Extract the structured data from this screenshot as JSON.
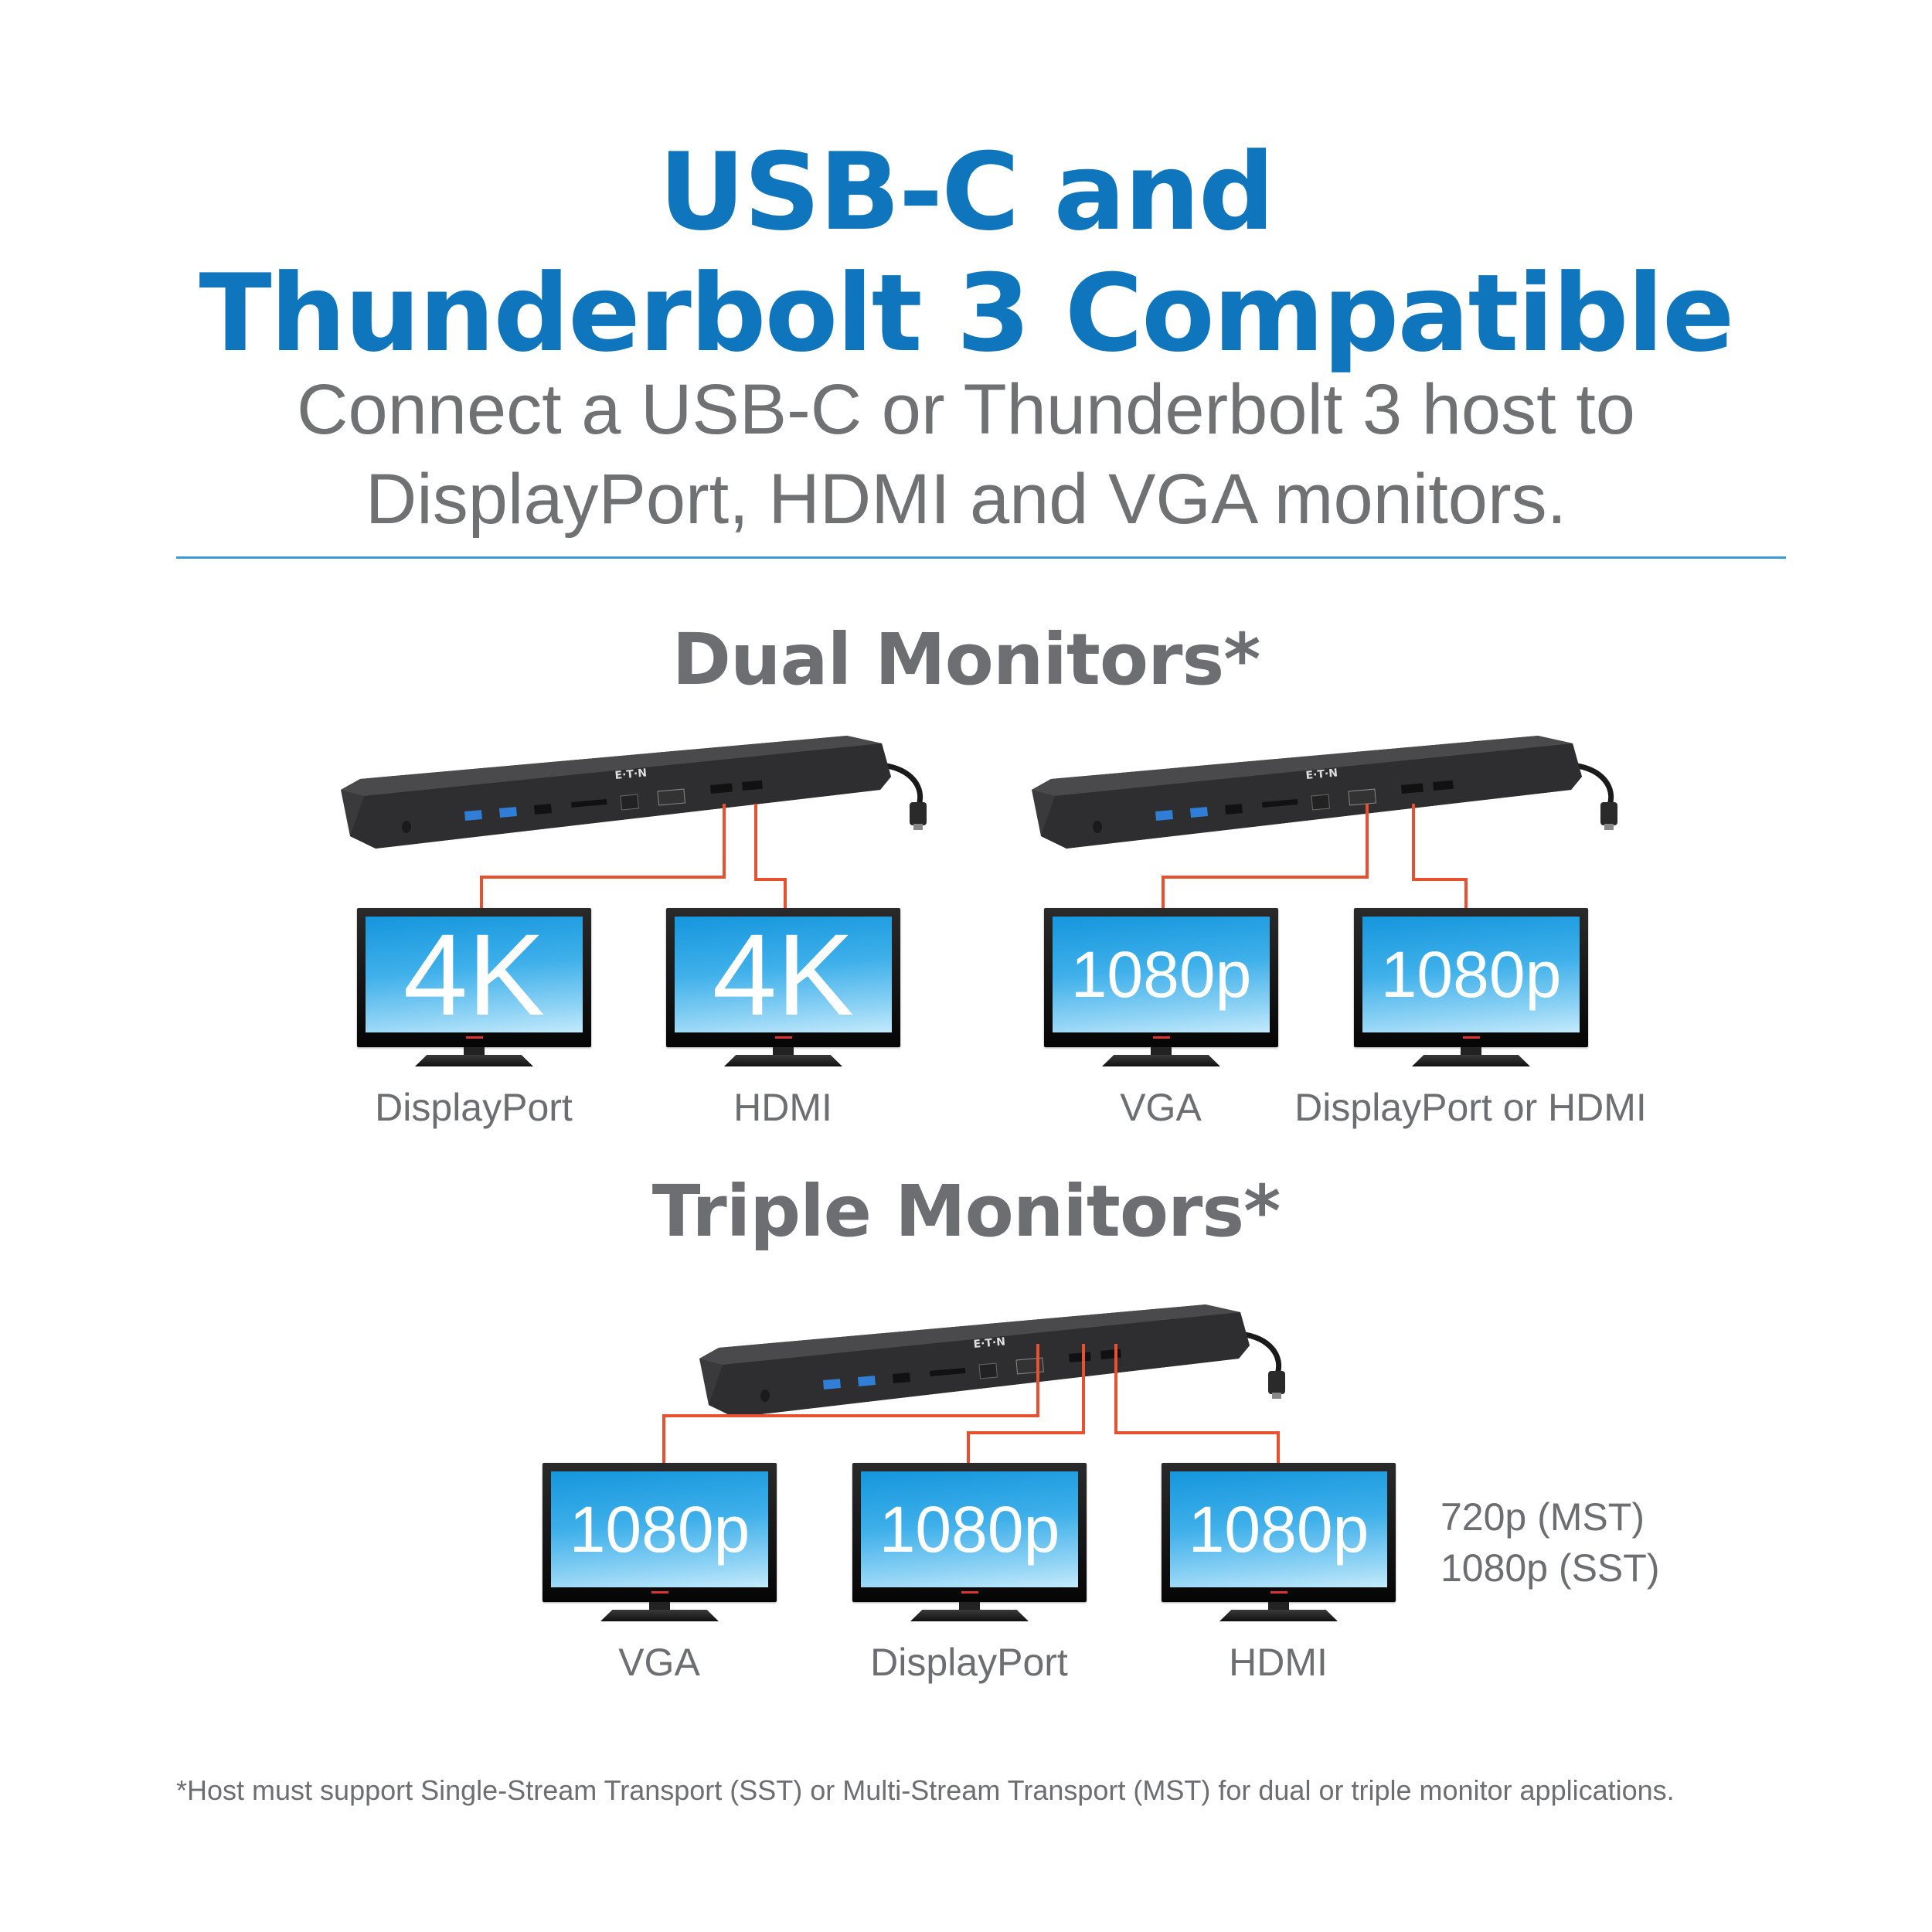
{
  "header": {
    "title_line1": "USB-C and",
    "title_line2": "Thunderbolt 3 Compatible",
    "subtitle_line1": "Connect a USB-C or Thunderbolt 3 host to",
    "subtitle_line2": "DisplayPort, HDMI and VGA monitors."
  },
  "dual": {
    "heading": "Dual Monitors*",
    "monitors": [
      {
        "resolution": "4K",
        "port": "DisplayPort"
      },
      {
        "resolution": "4K",
        "port": "HDMI"
      },
      {
        "resolution": "1080p",
        "port": "VGA"
      },
      {
        "resolution": "1080p",
        "port": "DisplayPort or HDMI"
      }
    ]
  },
  "triple": {
    "heading": "Triple Monitors*",
    "monitors": [
      {
        "resolution": "1080p",
        "port": "VGA"
      },
      {
        "resolution": "1080p",
        "port": "DisplayPort"
      },
      {
        "resolution": "1080p",
        "port": "HDMI"
      }
    ],
    "note_line1": "720p (MST)",
    "note_line2": "1080p (SST)"
  },
  "footnote": "*Host must support Single-Stream Transport (SST) or Multi-Stream Transport (MST) for dual or triple monitor applications.",
  "colors": {
    "title": "#0f75bc",
    "text": "#6d6e71",
    "divider": "#3a9ad9",
    "connector_line": "#e8502f",
    "dock": "#3a3a3c"
  },
  "icons": {
    "dock": "usb-c-docking-station",
    "monitor": "tv-monitor"
  }
}
